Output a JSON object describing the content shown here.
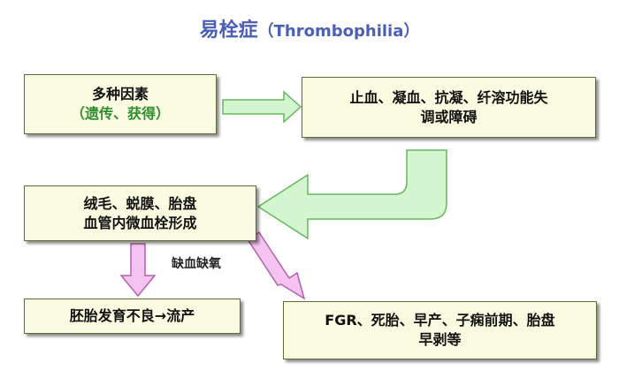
{
  "title": {
    "main": "易栓症",
    "sub": "（Thrombophilia）"
  },
  "nodes": {
    "factors": {
      "line1": "多种因素",
      "line2": "（遗传、获得）"
    },
    "dysfunction": {
      "line1": "止血、凝血、抗凝、纤溶功能失",
      "line2": "调或障碍"
    },
    "thrombus": {
      "line1": "绒毛、蜕膜、胎盘",
      "line2": "血管内微血栓形成"
    },
    "abortion": {
      "line1": "胚胎发育不良→流产"
    },
    "outcomes": {
      "line1": "FGR、死胎、早产、子痫前期、胎盘",
      "line2": "早剥等"
    }
  },
  "edge_labels": {
    "ischemia": "缺血缺氧"
  },
  "colors": {
    "title": "#4a5fb5",
    "box_fill": "#fafbe0",
    "green_text": "#2f8f2f",
    "green_arrow_fill": "#d3f5d0",
    "green_arrow_stroke": "#64b85c",
    "pink_arrow_fill": "#f4c3ef",
    "pink_arrow_stroke": "#b65fae"
  }
}
